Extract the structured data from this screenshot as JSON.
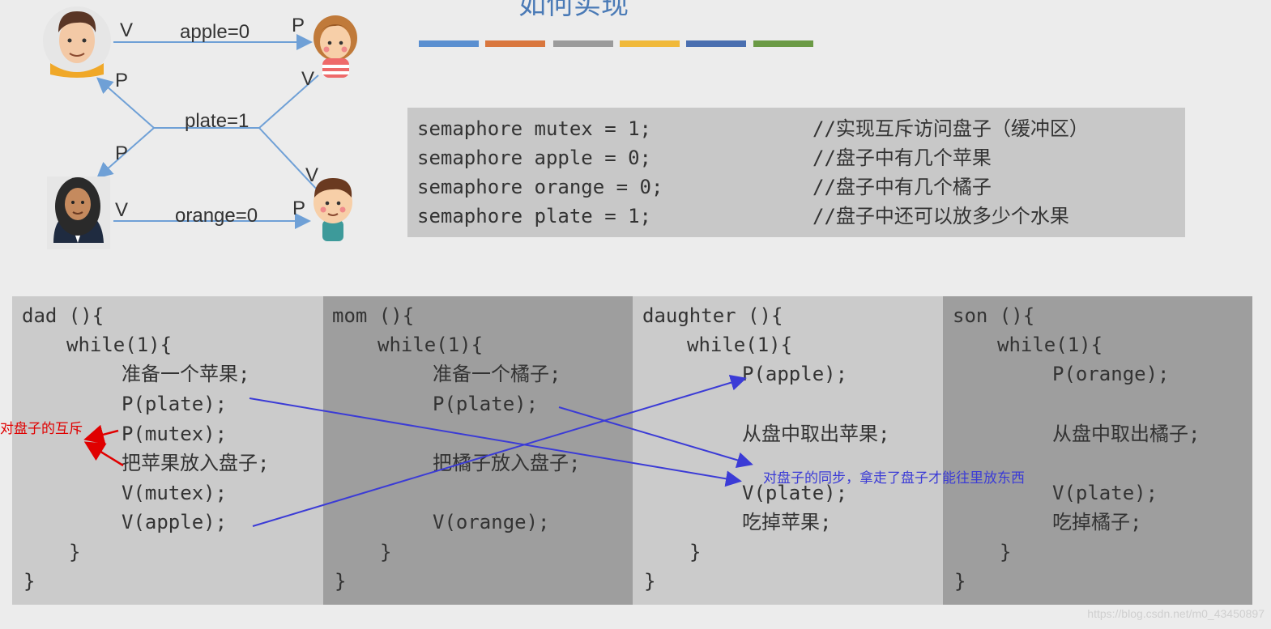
{
  "header": {
    "title": "如何实现",
    "colors": [
      "#5a8fd0",
      "#d9773e",
      "#9b9b9b",
      "#f0b93a",
      "#4a6fb0",
      "#6b9a45"
    ]
  },
  "diagram": {
    "edge_labels": {
      "apple": "apple=0",
      "plate": "plate=1",
      "orange": "orange=0",
      "dad_v": "V",
      "daughter_p": "P",
      "dad_p": "P",
      "daughter_v": "V",
      "mom_p": "P",
      "son_v": "V",
      "mom_v": "V",
      "son_p": "P"
    },
    "nodes": [
      "dad-avatar",
      "mom-avatar",
      "daughter-avatar",
      "son-avatar"
    ]
  },
  "declarations": [
    {
      "code": "semaphore mutex = 1;",
      "comment": "//实现互斥访问盘子（缓冲区）"
    },
    {
      "code": "semaphore apple = 0;",
      "comment": "//盘子中有几个苹果"
    },
    {
      "code": "semaphore orange = 0;",
      "comment": "//盘子中有几个橘子"
    },
    {
      "code": "semaphore plate = 1;",
      "comment": "//盘子中还可以放多少个水果"
    }
  ],
  "code_columns": [
    {
      "name": "dad",
      "lines": [
        "dad (){",
        "while(1){",
        "准备一个苹果;",
        "P(plate);",
        "P(mutex);",
        "把苹果放入盘子;",
        "V(mutex);",
        "V(apple);",
        "}",
        "}"
      ]
    },
    {
      "name": "mom",
      "lines": [
        "mom (){",
        "while(1){",
        "准备一个橘子;",
        "P(plate);",
        "",
        "把橘子放入盘子;",
        "",
        "V(orange);",
        "}",
        "}"
      ]
    },
    {
      "name": "daughter",
      "lines": [
        "daughter (){",
        "while(1){",
        "P(apple);",
        "",
        "从盘中取出苹果;",
        "",
        "V(plate);",
        "吃掉苹果;",
        "}",
        "}"
      ]
    },
    {
      "name": "son",
      "lines": [
        "son (){",
        "while(1){",
        "P(orange);",
        "",
        "从盘中取出橘子;",
        "",
        "V(plate);",
        "吃掉橘子;",
        "}",
        "}"
      ]
    }
  ],
  "annotations": {
    "mutex_note": "对盘子的互斥",
    "sync_note": "对盘子的同步，拿走了盘子才能往里放东西",
    "red_color": "#e00000",
    "blue_color": "#3b3bd6"
  },
  "watermark": "https://blog.csdn.net/m0_43450897"
}
